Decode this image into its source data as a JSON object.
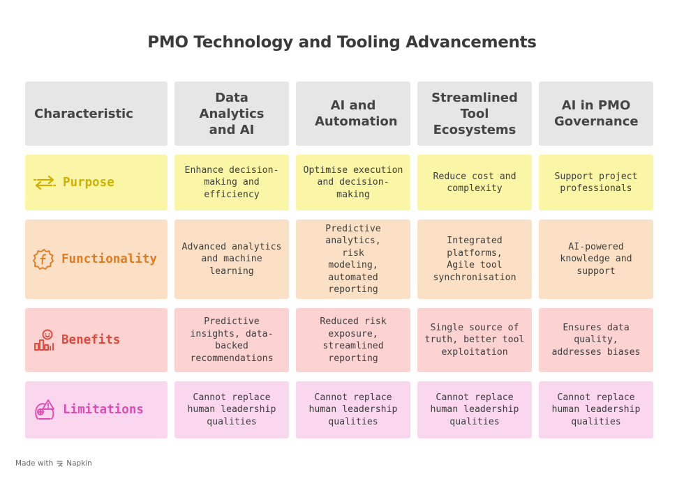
{
  "title": "PMO Technology and Tooling Advancements",
  "columns": [
    "Characteristic",
    "Data Analytics and AI",
    "AI and Automation",
    "Streamlined Tool Ecosystems",
    "AI in PMO Governance"
  ],
  "rows": [
    {
      "label": "Purpose",
      "icon": "arrows-exchange-icon",
      "color": "#c9b300",
      "cells": [
        "Enhance decision-making and efficiency",
        "Optimise execution and decision-making",
        "Reduce cost and complexity",
        "Support project professionals"
      ]
    },
    {
      "label": "Functionality",
      "icon": "function-gear-icon",
      "color": "#e07b22",
      "cells": [
        "Advanced analytics and machine learning",
        "Predictive analytics, risk modeling, automated reporting",
        "Integrated platforms, Agile tool synchronisation",
        "AI-powered knowledge and support"
      ]
    },
    {
      "label": "Benefits",
      "icon": "person-chart-icon",
      "color": "#e2473b",
      "cells": [
        "Predictive insights, data-backed recommendations",
        "Reduced risk exposure, streamlined reporting",
        "Single source of truth, better tool exploitation",
        "Ensures data quality, addresses biases"
      ]
    },
    {
      "label": "Limitations",
      "icon": "warning-head-icon",
      "color": "#e04ab4",
      "cells": [
        "Cannot replace human leadership qualities",
        "Cannot replace human leadership qualities",
        "Cannot replace human leadership qualities",
        "Cannot replace human leadership qualities"
      ]
    }
  ],
  "footer": {
    "prefix": "Made with",
    "brand": "Napkin"
  }
}
